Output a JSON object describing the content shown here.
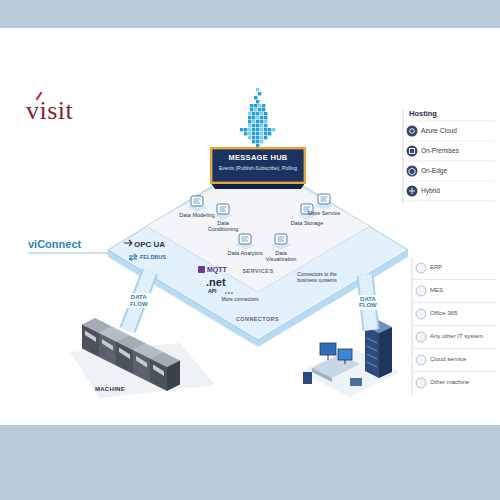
{
  "diagram": {
    "nodes": [
      {
        "text": [
          "viConnect"
        ]
      },
      {
        "text": [
          "MESSAGE HUB",
          "Events (Publish-Subscribe), Polling"
        ],
        "in": 0
      },
      {
        "text": [
          "SERVICES"
        ],
        "in": 0
      },
      {
        "text": [
          "Data Modeling"
        ],
        "in": 2
      },
      {
        "text": [
          "Data Conditioning"
        ],
        "in": 2
      },
      {
        "text": [
          "Data Analytics"
        ],
        "in": 2
      },
      {
        "text": [
          "Data Visualization"
        ],
        "in": 2
      },
      {
        "text": [
          "Data Storage"
        ],
        "in": 2
      },
      {
        "text": [
          "More Service"
        ],
        "in": 2
      },
      {
        "text": [
          "CONNECTORS"
        ],
        "in": 0
      },
      {
        "text": [
          "Hosting",
          "Azure Cloud",
          "On-Premises",
          "On-Edge",
          "Hybrid"
        ]
      },
      {
        "text": [
          "MACHINE"
        ]
      },
      {
        "text": [
          "ERP",
          "MES",
          "Office 365",
          "Any other IT system",
          "Cloud service",
          "Other machine"
        ]
      }
    ],
    "edges": [
      {
        "from": 11,
        "to": 9,
        "arrow": "none",
        "label": "DATA FLOW"
      },
      {
        "from": 9,
        "to": 12,
        "arrow": "none",
        "label": "DATA FLOW"
      }
    ],
    "labels": [
      "visit",
      "OPC UA",
      "FELDBUS",
      "MQTT",
      ".net",
      "API",
      "More connectors",
      "Connectors to the business systems"
    ]
  }
}
